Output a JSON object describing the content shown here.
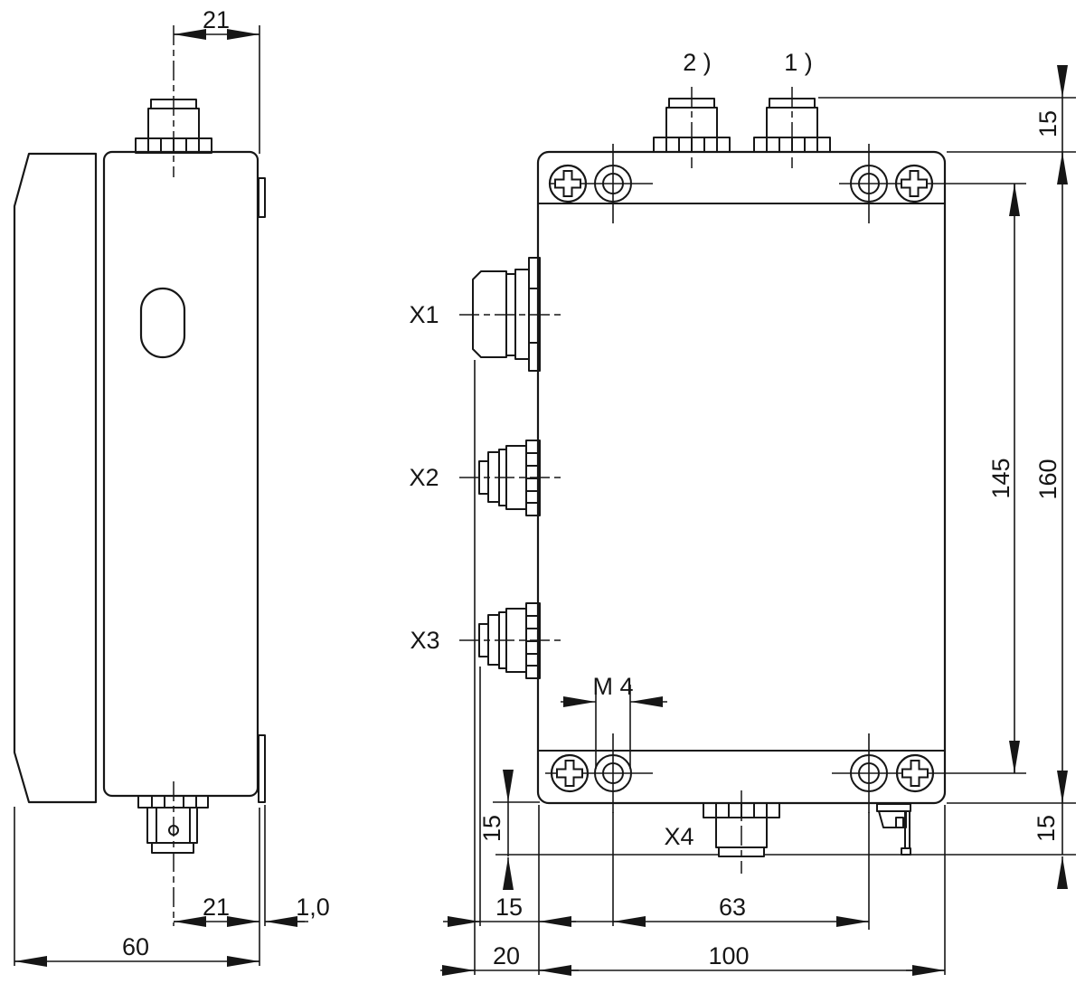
{
  "drawing": {
    "kind": "technical-dimension-drawing",
    "units": "mm",
    "line_color": "#161616",
    "background": "#ffffff"
  },
  "side_view": {
    "dims": {
      "top_offset": "21",
      "bottom_offset": "21",
      "plate_thickness": "1,0",
      "depth": "60"
    }
  },
  "front_view": {
    "notes": {
      "n2": "2 )",
      "n1": "1 )"
    },
    "connectors": {
      "x1": "X1",
      "x2": "X2",
      "x3": "X3",
      "x4": "X4"
    },
    "thread_callout": "M 4",
    "dims": {
      "connector_height_top": "15",
      "hole_pitch_vertical": "145",
      "height": "160",
      "connector_height_bottom_right": "15",
      "connector_height_bottom_left": "15",
      "x23_protrusion": "15",
      "x1_protrusion": "20",
      "hole_pitch_horizontal": "63",
      "width": "100"
    }
  }
}
